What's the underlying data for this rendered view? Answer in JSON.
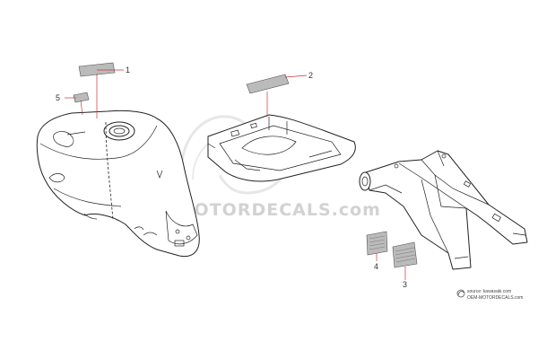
{
  "callouts": [
    {
      "id": "1",
      "label": "1"
    },
    {
      "id": "2",
      "label": "2"
    },
    {
      "id": "3",
      "label": "3"
    },
    {
      "id": "4",
      "label": "4"
    },
    {
      "id": "5",
      "label": "5"
    }
  ],
  "watermark": {
    "text": "OEM MOTORDECALS.com"
  },
  "source": {
    "line1": "source: kawasaki.com",
    "line2": "OEM-MOTORDECALS.com"
  },
  "colors": {
    "callout_leader": "#cc3333",
    "line_art": "#222222",
    "watermark": "#d2d2d2",
    "decal_fill": "#bbbbbb"
  }
}
